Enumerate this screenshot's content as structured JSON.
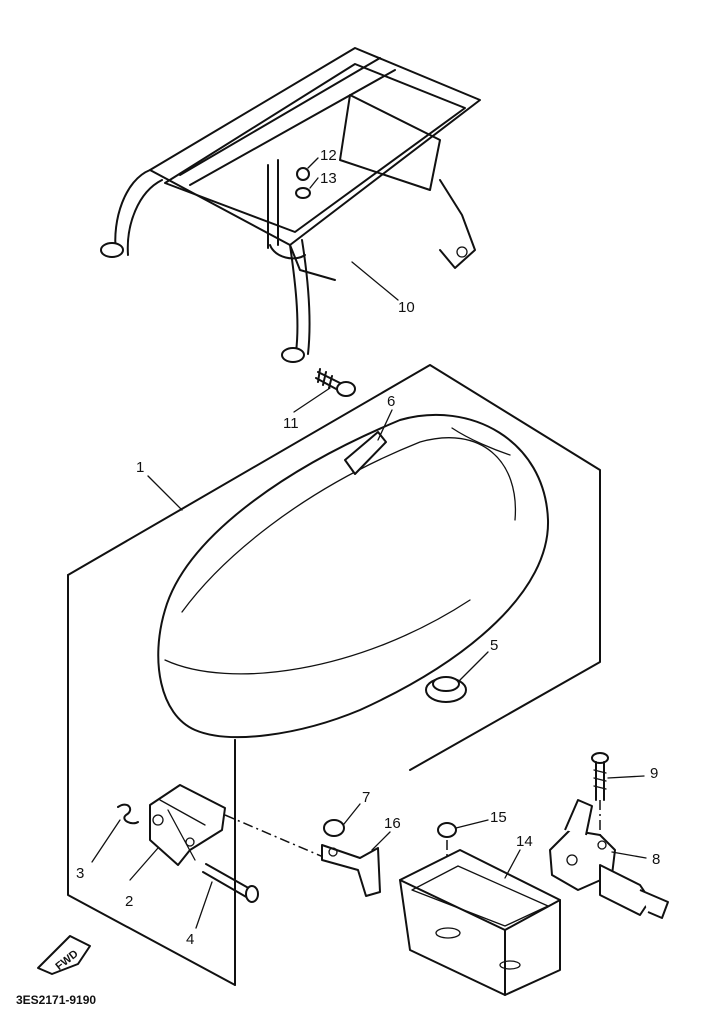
{
  "callouts": [
    "1",
    "2",
    "3",
    "4",
    "5",
    "6",
    "7",
    "8",
    "9",
    "10",
    "11",
    "12",
    "13",
    "14",
    "15",
    "16"
  ],
  "diagram_code": "3ES2171-9190",
  "fwd_label": "FWD"
}
